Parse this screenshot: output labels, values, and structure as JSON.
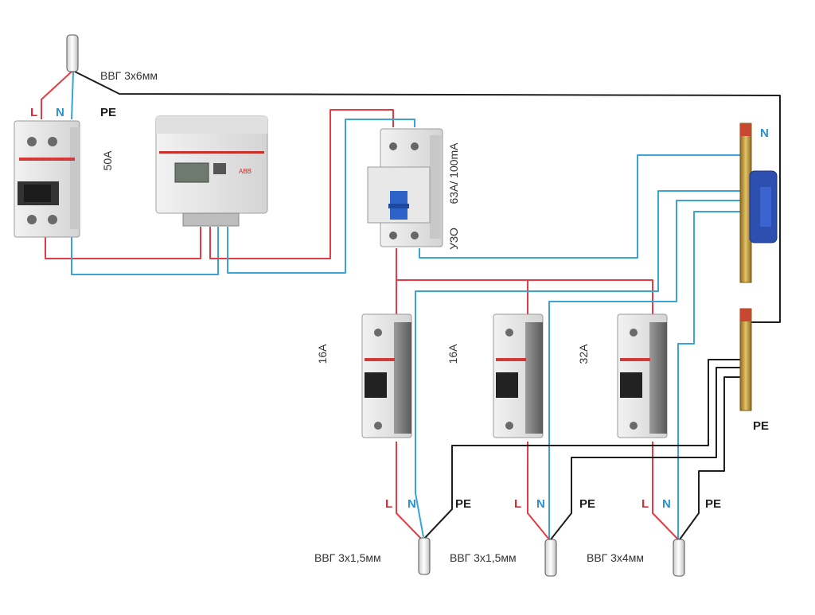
{
  "colors": {
    "phase": "#e53b45",
    "neutral": "#3aa3d8",
    "earth": "#1e1e1e",
    "label_L": "#e52630",
    "label_N": "#2a8fd0",
    "label_PE": "#1e1e1e",
    "busbar": "#c9a44a",
    "din_clip": "#2c4fb0"
  },
  "input": {
    "cable": "ВВГ 3х6мм",
    "L": "L",
    "N": "N",
    "PE": "PE"
  },
  "main_breaker": {
    "rating": "50A"
  },
  "meter": {
    "brand": "ABB"
  },
  "rcd": {
    "rating": "63A/ 100mA",
    "type": "УЗО"
  },
  "busbars": {
    "neutral_label": "N",
    "earth_label": "PE"
  },
  "breakers": [
    {
      "rating": "16A",
      "cable": "ВВГ 3х1,5мм",
      "L": "L",
      "N": "N",
      "PE": "PE"
    },
    {
      "rating": "16A",
      "cable": "ВВГ 3х1,5мм",
      "L": "L",
      "N": "N",
      "PE": "PE"
    },
    {
      "rating": "32A",
      "cable": "ВВГ 3х4мм",
      "L": "L",
      "N": "N",
      "PE": "PE"
    }
  ]
}
